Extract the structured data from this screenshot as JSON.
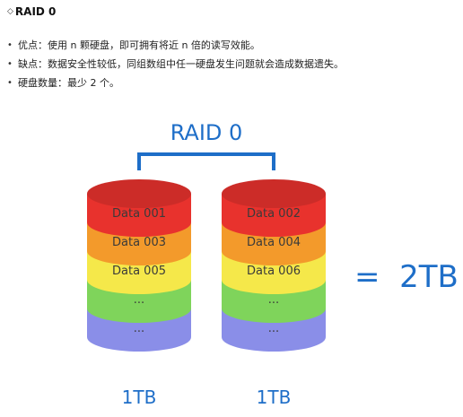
{
  "heading": {
    "icon": "diamond-icon",
    "title": "RAID 0"
  },
  "bullets": [
    "优点：使用 n 颗硬盘，即可拥有将近 n 倍的读写效能。",
    "缺点：数据安全性较低，同组数组中任一硬盘发生问题就会造成数据遗失。",
    "硬盘数量：最少 2 个。"
  ],
  "diagram": {
    "title": "RAID 0",
    "equation": "=  2TB",
    "colors": {
      "blue_text": "#1e6ec8",
      "layers": [
        "#e8322d",
        "#f39a2b",
        "#f5e84a",
        "#7fd45b",
        "#8a8ee8"
      ]
    },
    "disks": [
      {
        "capacity": "1TB",
        "layers": [
          "Data 001",
          "Data 003",
          "Data 005",
          "...",
          "..."
        ]
      },
      {
        "capacity": "1TB",
        "layers": [
          "Data 002",
          "Data 004",
          "Data 006",
          "...",
          "..."
        ]
      }
    ]
  }
}
